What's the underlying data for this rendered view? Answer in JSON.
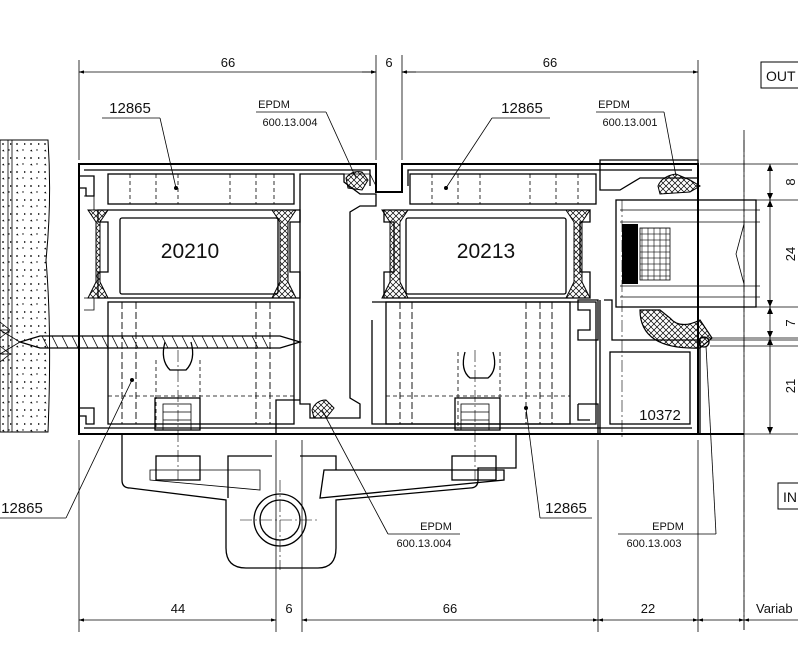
{
  "dimensions": {
    "top": [
      "66",
      "6",
      "66"
    ],
    "right": [
      "8",
      "24",
      "7",
      "21"
    ],
    "bottom": [
      "44",
      "6",
      "66",
      "22",
      "Variab"
    ]
  },
  "parts": {
    "left_profile": "20210",
    "right_profile": "20213",
    "sash_profile": "10372",
    "insert_top_left": "12865",
    "insert_top_right": "12865",
    "insert_bottom_left": "12865",
    "insert_bottom_right": "12865"
  },
  "gaskets": {
    "top_left": {
      "material": "EPDM",
      "code": "600.13.004"
    },
    "top_right": {
      "material": "EPDM",
      "code": "600.13.001"
    },
    "bottom_center": {
      "material": "EPDM",
      "code": "600.13.004"
    },
    "bottom_right": {
      "material": "EPDM",
      "code": "600.13.003"
    }
  },
  "sides": {
    "outside": "OUT",
    "inside": "IN"
  }
}
